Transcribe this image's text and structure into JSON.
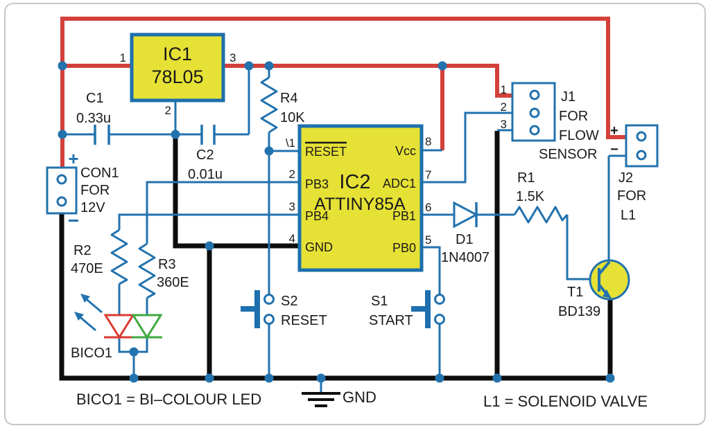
{
  "colors": {
    "wire_red": "#d2413a",
    "wire_blue": "#2272ae",
    "wire_black": "#0d0d0d",
    "ic_fill": "#e6e135",
    "ic_border": "#1e6fad",
    "led_red": "#d93a31",
    "led_green": "#3fa83f",
    "text": "#1a1a1a",
    "frame": "#c6c6c6"
  },
  "components": {
    "ic1": {
      "ref": "IC1",
      "part": "78L05",
      "pin1": "1",
      "pin2": "2",
      "pin3": "3"
    },
    "ic2": {
      "ref": "IC2",
      "part": "ATTINY85A",
      "pin1_num": "\\1",
      "pin1_name": "RESET",
      "pin2_num": "2",
      "pin2_name": "PB3",
      "pin3_num": "3",
      "pin3_name": "PB4",
      "pin4_num": "4",
      "pin4_name": "GND",
      "pin5_num": "5",
      "pin5_name": "PB0",
      "pin6_num": "6",
      "pin6_name": "PB1",
      "pin7_num": "7",
      "pin7_name": "ADC1",
      "pin8_num": "8",
      "pin8_name": "Vcc"
    },
    "c1": {
      "ref": "C1",
      "value": "0.33u"
    },
    "c2": {
      "ref": "C2",
      "value": "0.01u"
    },
    "r1": {
      "ref": "R1",
      "value": "1.5K"
    },
    "r2": {
      "ref": "R2",
      "value": "470E"
    },
    "r3": {
      "ref": "R3",
      "value": "360E"
    },
    "r4": {
      "ref": "R4",
      "value": "10K"
    },
    "d1": {
      "ref": "D1",
      "value": "1N4007"
    },
    "t1": {
      "ref": "T1",
      "value": "BD139"
    },
    "s1": {
      "ref": "S1",
      "label": "START"
    },
    "s2": {
      "ref": "S2",
      "label": "RESET"
    },
    "con1": {
      "ref": "CON1",
      "line2": "FOR",
      "line3": "12V",
      "plus": "+",
      "minus": "−"
    },
    "j1": {
      "ref": "J1",
      "line2": "FOR",
      "line3": "FLOW",
      "line4": "SENSOR",
      "pin1": "1",
      "pin2": "2",
      "pin3": "3"
    },
    "j2": {
      "ref": "J2",
      "line2": "FOR",
      "line3": "L1",
      "plus": "+",
      "minus": "−"
    },
    "bico1": {
      "ref": "BICO1"
    }
  },
  "notes": {
    "bico1": "BICO1 = BI–COLOUR LED",
    "l1": "L1 = SOLENOID VALVE",
    "ground": "GND"
  }
}
